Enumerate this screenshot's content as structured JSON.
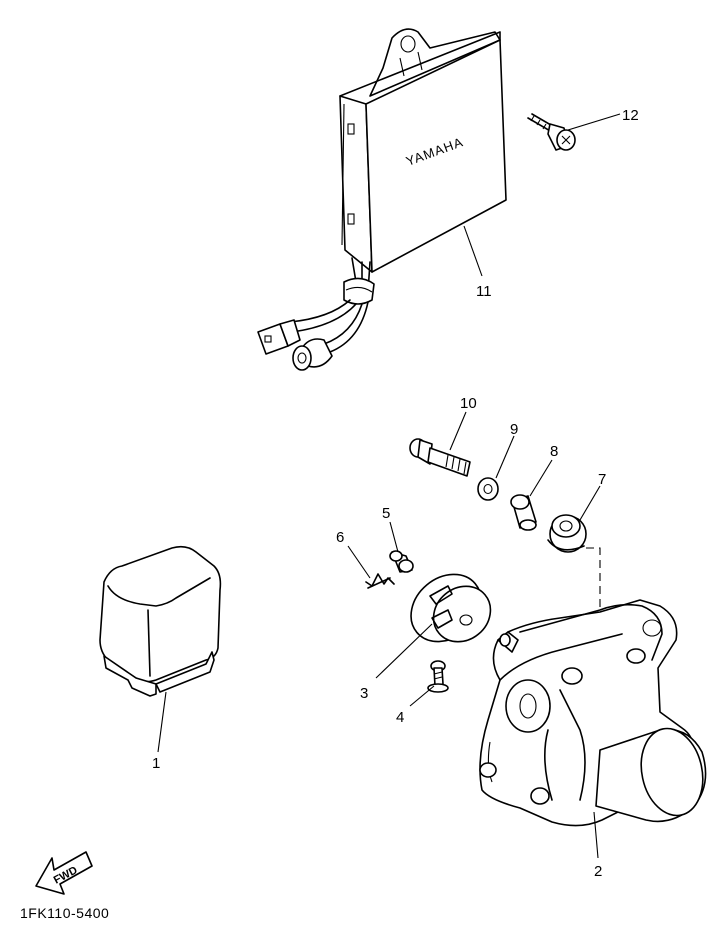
{
  "brand": "YAMAHA",
  "fwd_label": "FWD",
  "diagram_code": "1FK110-5400",
  "callouts": [
    "1",
    "2",
    "3",
    "4",
    "5",
    "6",
    "7",
    "8",
    "9",
    "10",
    "11",
    "12"
  ]
}
